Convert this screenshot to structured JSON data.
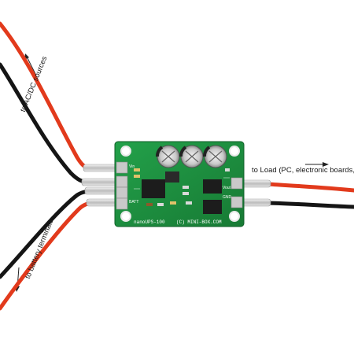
{
  "labels": {
    "ac_dc": "to AC/DC sources",
    "battery": "to battery terminals",
    "load": "to Load (PC, electronic boards, etc)"
  },
  "board": {
    "model": "nanoUPS-100",
    "copyright": "(C) MINI-BOX.COM",
    "vin_label": "Vin",
    "batt_label": "BATT",
    "vout_label": "Vout",
    "gnd_label": "GND"
  },
  "colors": {
    "pcb_green": "#1f8a3e",
    "wire_red": "#e23a1c",
    "wire_black": "#151515",
    "connector_silver": "#d8d8d8"
  }
}
